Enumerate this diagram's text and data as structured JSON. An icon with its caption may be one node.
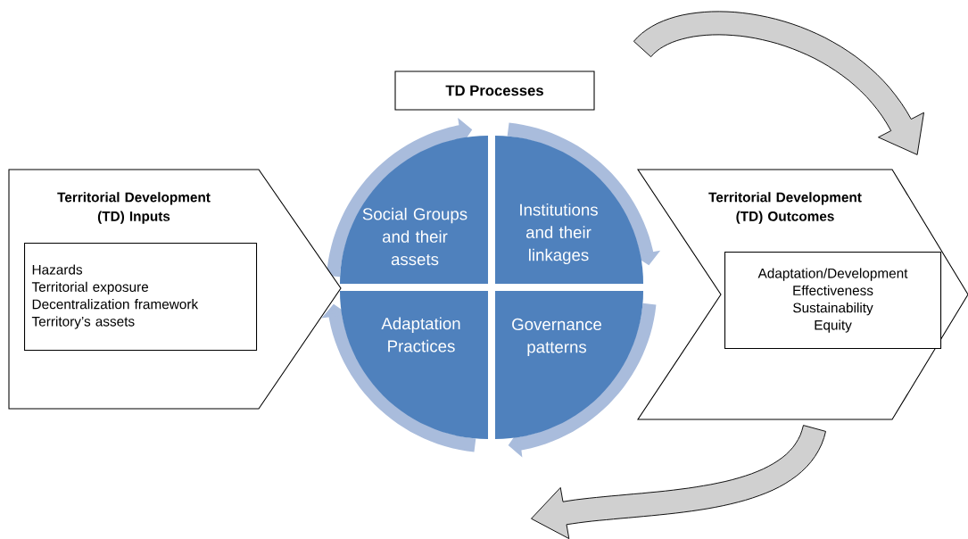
{
  "diagram": {
    "nodes": [
      {
        "text": [
          "Territorial Development (TD) Inputs"
        ]
      },
      {
        "text": [
          "Hazards",
          "Territorial exposure",
          "Decentralization framework",
          "Territory’s assets"
        ],
        "in": 0
      },
      {
        "text": [
          "TD Processes"
        ]
      },
      {
        "text": [
          "Social Groups and their assets"
        ]
      },
      {
        "text": [
          "Institutions and their linkages"
        ]
      },
      {
        "text": [
          "Adaptation Practices"
        ]
      },
      {
        "text": [
          "Governance patterns"
        ]
      },
      {
        "text": [
          "Territorial Development (TD) Outcomes"
        ]
      },
      {
        "text": [
          "Adaptation/Development",
          "Effectiveness",
          "Sustainability",
          "Equity"
        ],
        "in": 7
      }
    ],
    "edges": [
      {
        "from": null,
        "to": 7,
        "arrow": "to"
      },
      {
        "from": 7,
        "to": null,
        "arrow": "to"
      }
    ]
  }
}
